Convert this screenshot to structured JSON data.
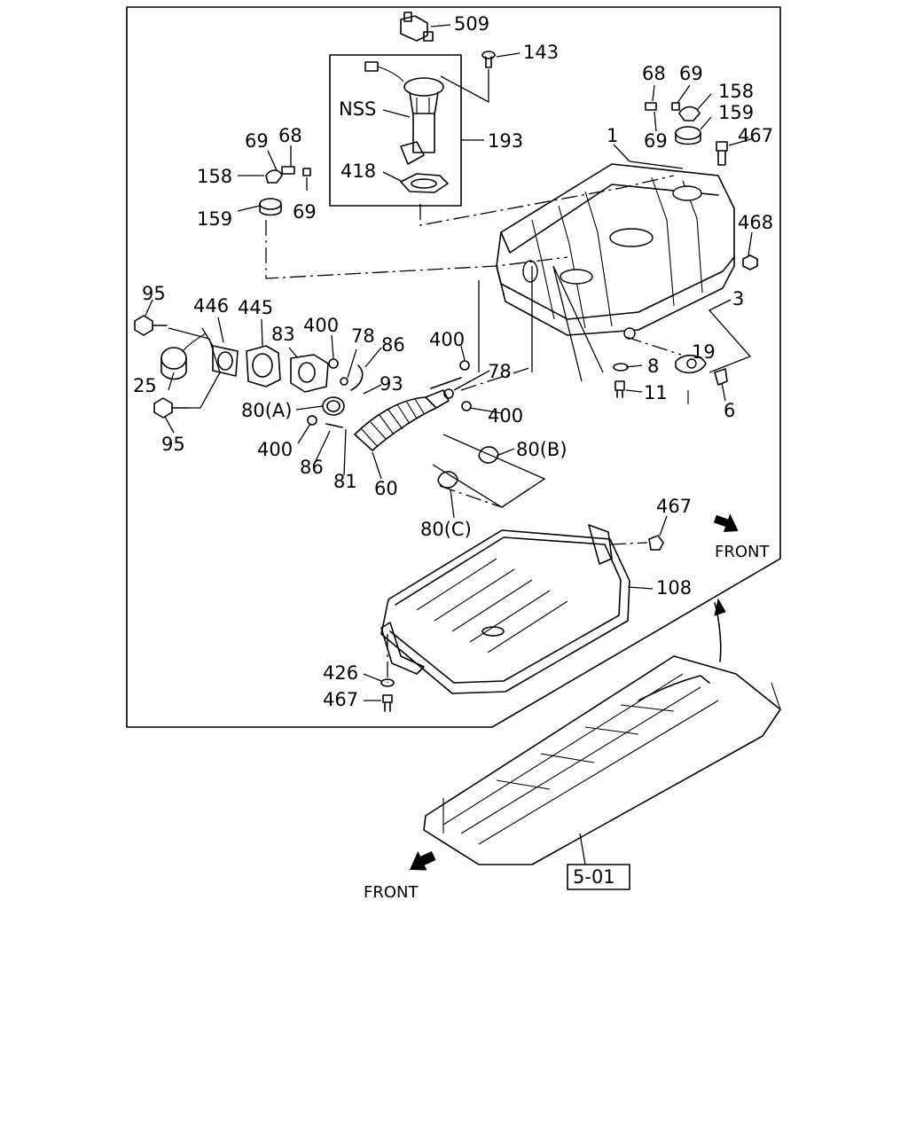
{
  "callouts": {
    "c509": "509",
    "c143": "143",
    "cNSS": "NSS",
    "c193": "193",
    "c418": "418",
    "c69_l1": "69",
    "c68_l": "68",
    "c158_l": "158",
    "c159_l": "159",
    "c69_l2": "69",
    "c68_r": "68",
    "c69_r1": "69",
    "c158_r": "158",
    "c159_r": "159",
    "c69_r2": "69",
    "c467_top": "467",
    "c1": "1",
    "c468": "468",
    "c3": "3",
    "c19": "19",
    "c8": "8",
    "c11": "11",
    "c6": "6",
    "c95_top": "95",
    "c446": "446",
    "c445": "445",
    "c83": "83",
    "c400_a": "400",
    "c78_a": "78",
    "c86_a": "86",
    "c400_b": "400",
    "c78_b": "78",
    "c93": "93",
    "c80A": "80(A)",
    "c400_c": "400",
    "c400_d": "400",
    "c25": "25",
    "c95_bot": "95",
    "c86_b": "86",
    "c81": "81",
    "c60": "60",
    "c80B": "80(B)",
    "c80C": "80(C)",
    "c467_mid": "467",
    "c108": "108",
    "c426": "426",
    "c467_bot": "467"
  },
  "direction_labels": {
    "front_upper": "FRONT",
    "front_lower": "FRONT"
  },
  "reference_box": "5-01",
  "icons": [
    "front-arrow-icon",
    "front-arrow-icon"
  ]
}
